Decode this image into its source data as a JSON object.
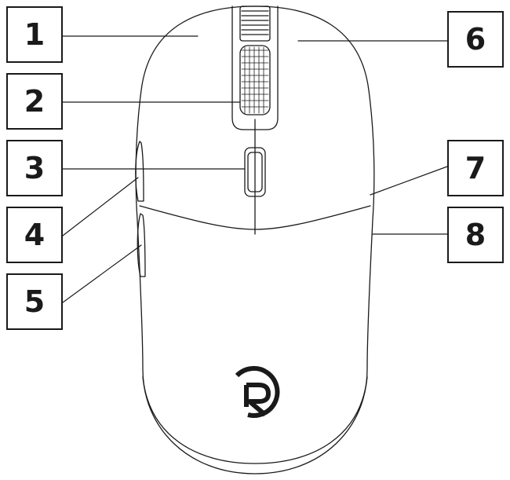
{
  "callouts": {
    "left": [
      {
        "label": "1",
        "part": "left-button"
      },
      {
        "label": "2",
        "part": "scroll-wheel"
      },
      {
        "label": "3",
        "part": "dpi-button"
      },
      {
        "label": "4",
        "part": "side-button-forward"
      },
      {
        "label": "5",
        "part": "side-button-back"
      }
    ],
    "right": [
      {
        "label": "6",
        "part": "right-button"
      },
      {
        "label": "7",
        "part": "body-shell"
      },
      {
        "label": "8",
        "part": "body-side"
      }
    ]
  },
  "colors": {
    "line": "#1a1a1a",
    "background": "#ffffff"
  }
}
